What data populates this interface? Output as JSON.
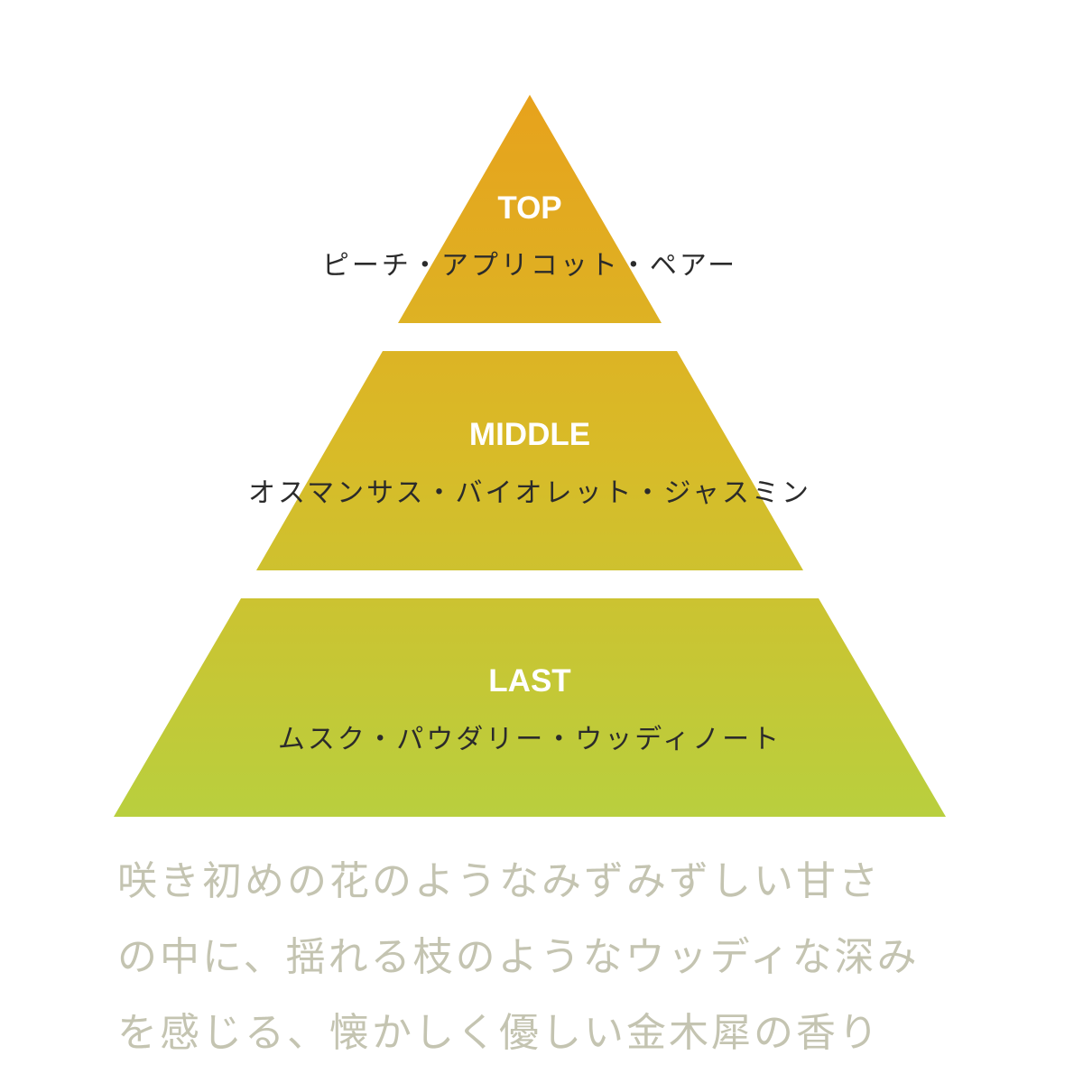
{
  "diagram": {
    "tiers": [
      {
        "name": "TOP",
        "notes": "ピーチ・アプリコット・ペアー"
      },
      {
        "name": "MIDDLE",
        "notes": "オスマンサス・バイオレット・ジャスミン"
      },
      {
        "name": "LAST",
        "notes": "ムスク・パウダリー・ウッディノート"
      }
    ],
    "colors": {
      "top": "#e7a21c",
      "middle": "#d8bb28",
      "bottom": "#b9cf3e",
      "description_text": "#c4c4b1"
    }
  },
  "description": {
    "lines": [
      "咲き初めの花のようなみずみずしい甘さ",
      "の中に、揺れる枝のようなウッディな深み",
      "を感じる、懐かしく優しい金木犀の香り"
    ]
  }
}
